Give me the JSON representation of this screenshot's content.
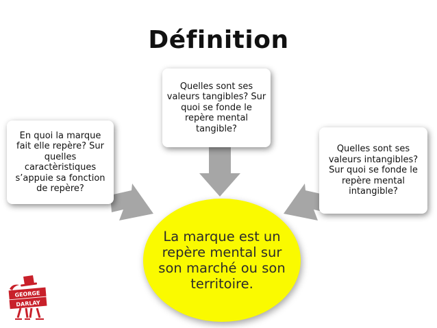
{
  "title": "Définition",
  "center": {
    "text": "La marque est un repère mental sur son marché ou son territoire."
  },
  "boxes": {
    "top": "Quelles sont ses valeurs tangibles? Sur quoi se fonde le repère mental tangible?",
    "left": "En quoi la marque fait elle repère? Sur quelles caractèristiques s’appuie sa fonction de repère?",
    "right": "Quelles sont ses valeurs intangibles? Sur quoi se fonde le repère mental intangible?"
  },
  "logo": {
    "line1": "GEORGE",
    "line2": "DARLAY"
  },
  "colors": {
    "center_fill": "#fafa00",
    "arrow_fill": "#a6a6a6",
    "logo_red": "#c8202a"
  }
}
